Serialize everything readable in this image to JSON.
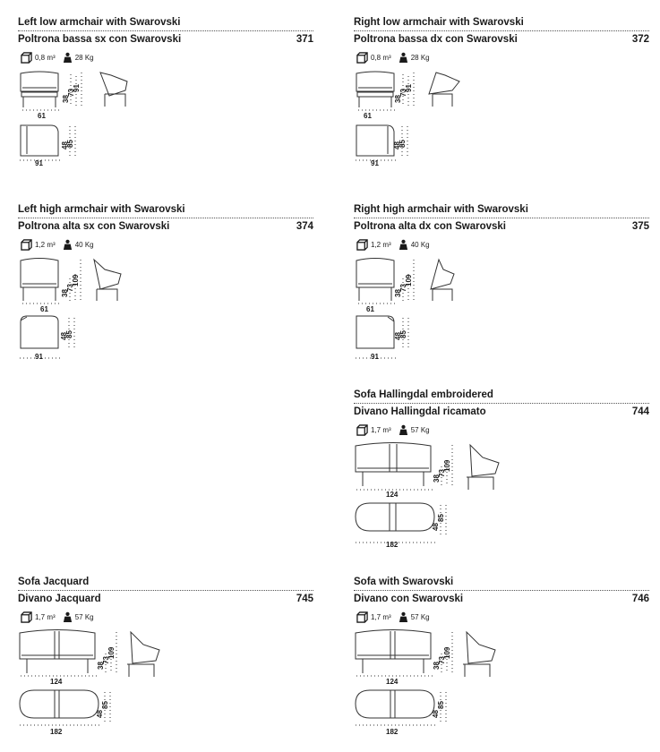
{
  "products": [
    {
      "id": "p371",
      "title_en": "Left low armchair with Swarovski",
      "title_it": "Poltrona bassa sx con Swarovski",
      "code": "371",
      "volume": "0,8",
      "volume_unit": "m³",
      "weight": "28",
      "weight_unit": "Kg",
      "dims": {
        "width": "61",
        "depth": "91",
        "seat_height": "38",
        "arm_height": "73",
        "height": "91",
        "plan_depth": "48",
        "plan_full": "85"
      }
    },
    {
      "id": "p372",
      "title_en": "Right low armchair with Swarovski",
      "title_it": "Poltrona bassa dx con Swarovski",
      "code": "372",
      "volume": "0,8",
      "volume_unit": "m³",
      "weight": "28",
      "weight_unit": "Kg",
      "dims": {
        "width": "61",
        "depth": "91",
        "seat_height": "38",
        "arm_height": "73",
        "height": "91",
        "plan_depth": "48",
        "plan_full": "85"
      }
    },
    {
      "id": "p374",
      "title_en": "Left high armchair with Swarovski",
      "title_it": "Poltrona alta sx con Swarovski",
      "code": "374",
      "volume": "1,2",
      "volume_unit": "m³",
      "weight": "40",
      "weight_unit": "Kg",
      "dims": {
        "width": "61",
        "depth": "91",
        "seat_height": "38",
        "arm_height": "73",
        "height": "109",
        "plan_depth": "48",
        "plan_full": "85"
      }
    },
    {
      "id": "p375",
      "title_en": "Right high armchair with Swarovski",
      "title_it": "Poltrona alta dx con Swarovski",
      "code": "375",
      "volume": "1,2",
      "volume_unit": "m³",
      "weight": "40",
      "weight_unit": "Kg",
      "dims": {
        "width": "61",
        "depth": "91",
        "seat_height": "38",
        "arm_height": "73",
        "height": "109",
        "plan_depth": "48",
        "plan_full": "85"
      }
    },
    {
      "id": "p744",
      "title_en": "Sofa Hallingdal embroidered",
      "title_it": "Divano Hallingdal ricamato",
      "code": "744",
      "volume": "1,7",
      "volume_unit": "m³",
      "weight": "57",
      "weight_unit": "Kg",
      "dims": {
        "width": "124",
        "depth": "182",
        "seat_height": "38",
        "arm_height": "73",
        "height": "109",
        "plan_depth": "48",
        "plan_full": "85"
      }
    },
    {
      "id": "p745",
      "title_en": "Sofa Jacquard",
      "title_it": "Divano Jacquard",
      "code": "745",
      "volume": "1,7",
      "volume_unit": "m³",
      "weight": "57",
      "weight_unit": "Kg",
      "dims": {
        "width": "124",
        "depth": "182",
        "seat_height": "38",
        "arm_height": "73",
        "height": "109",
        "plan_depth": "48",
        "plan_full": "85"
      }
    },
    {
      "id": "p746",
      "title_en": "Sofa with Swarovski",
      "title_it": "Divano con Swarovski",
      "code": "746",
      "volume": "1,7",
      "volume_unit": "m³",
      "weight": "57",
      "weight_unit": "Kg",
      "dims": {
        "width": "124",
        "depth": "182",
        "seat_height": "38",
        "arm_height": "73",
        "height": "109",
        "plan_depth": "48",
        "plan_full": "85"
      }
    }
  ]
}
